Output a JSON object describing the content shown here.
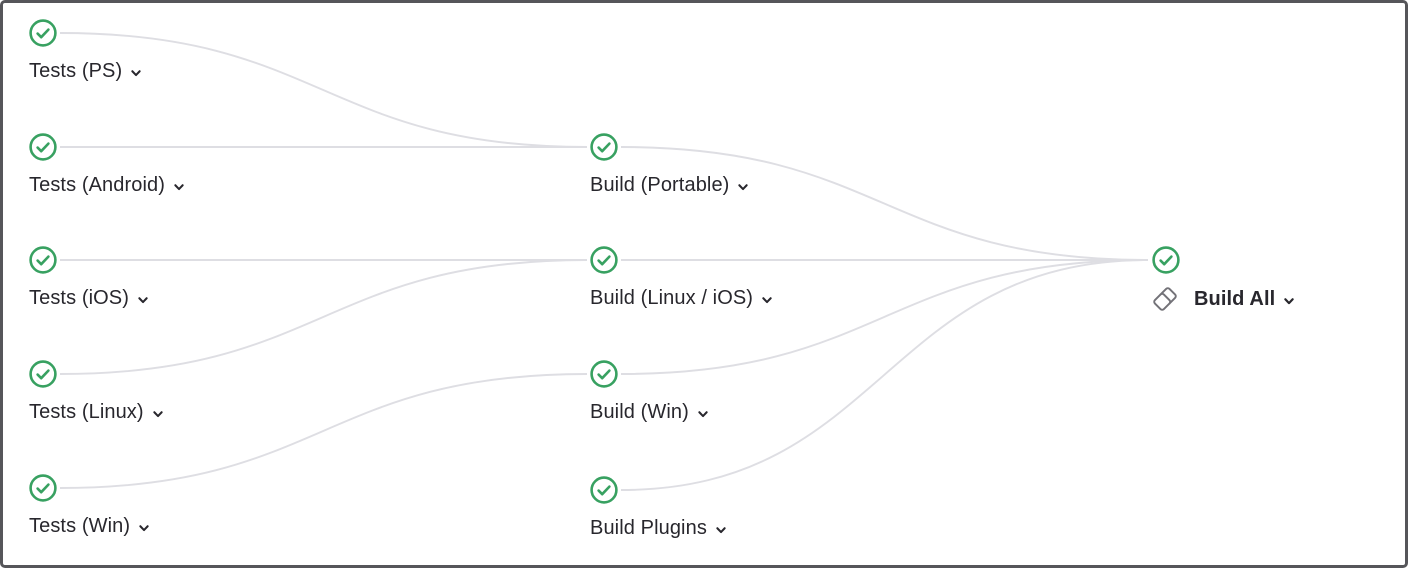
{
  "app": "pipeline-graph",
  "colors": {
    "success_green": "#38a161",
    "connector_gray": "#dedee3",
    "text_dark": "#28272d",
    "trigger_icon_gray": "#737278",
    "frame_border": "#56565a",
    "background": "#ffffff"
  },
  "nodes": {
    "tests_ps": {
      "label": "Tests (PS)",
      "status": "success"
    },
    "tests_android": {
      "label": "Tests (Android)",
      "status": "success"
    },
    "tests_ios": {
      "label": "Tests (iOS)",
      "status": "success"
    },
    "tests_linux": {
      "label": "Tests (Linux)",
      "status": "success"
    },
    "tests_win": {
      "label": "Tests (Win)",
      "status": "success"
    },
    "build_portable": {
      "label": "Build (Portable)",
      "status": "success"
    },
    "build_linux_ios": {
      "label": "Build (Linux / iOS)",
      "status": "success"
    },
    "build_win": {
      "label": "Build (Win)",
      "status": "success"
    },
    "build_plugins": {
      "label": "Build Plugins",
      "status": "success"
    },
    "build_all": {
      "label": "Build All",
      "status": "success",
      "type": "downstream-pipeline"
    }
  },
  "edges": [
    {
      "from": "tests_ps",
      "to": "build_portable"
    },
    {
      "from": "tests_android",
      "to": "build_portable"
    },
    {
      "from": "tests_ios",
      "to": "build_linux_ios"
    },
    {
      "from": "tests_linux",
      "to": "build_linux_ios"
    },
    {
      "from": "tests_win",
      "to": "build_win"
    },
    {
      "from": "build_portable",
      "to": "build_all"
    },
    {
      "from": "build_linux_ios",
      "to": "build_all"
    },
    {
      "from": "build_win",
      "to": "build_all"
    },
    {
      "from": "build_plugins",
      "to": "build_all"
    }
  ]
}
